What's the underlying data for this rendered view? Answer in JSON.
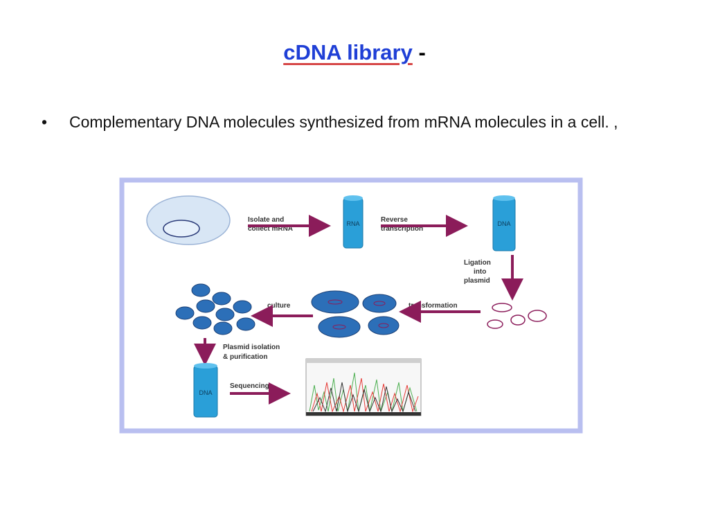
{
  "title": {
    "link_text": "cDNA library",
    "suffix": "-"
  },
  "bullet": {
    "marker": "•",
    "text": "Complementary DNA molecules synthesized  from mRNA molecules in a cell. ,"
  },
  "diagram": {
    "steps": {
      "isolate_1": "Isolate and",
      "isolate_2": "collect mRNA",
      "reverse_1": "Reverse",
      "reverse_2": "transcription",
      "ligation_1": "Ligation",
      "ligation_2": "into",
      "ligation_3": "plasmid",
      "transformation": "transformation",
      "culture": "culture",
      "plasmid_iso_1": "Plasmid isolation",
      "plasmid_iso_2": "& purification",
      "sequencing": "Sequencing"
    },
    "tube_labels": {
      "rna": "RNA",
      "dna_1": "DNA",
      "dna_2": "DNA"
    },
    "colors": {
      "arrow": "#8b1c5a",
      "tube": "#2a9fd8",
      "frame": "#b9bff0"
    }
  }
}
